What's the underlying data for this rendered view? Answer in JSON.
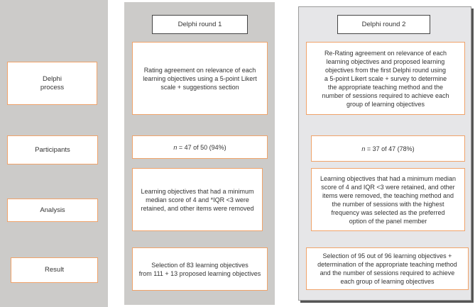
{
  "rows": {
    "delphi_process": "Delphi\nprocess",
    "participants": "Participants",
    "analysis": "Analysis",
    "result": "Result"
  },
  "round1": {
    "title": "Delphi round 1",
    "process": "Rating agreement on relevance of each\nlearning objectives using a 5-point Likert\nscale + suggestions section",
    "participants_n": "n",
    "participants": " = 47 of 50 (94%)",
    "analysis": "Learning objectives that had a minimum\nmedian score of 4 and *IQR <3 were\nretained, and other items were removed",
    "result": "Selection of 83 learning objectives\nfrom 111 + 13 proposed learning objectives"
  },
  "round2": {
    "title": "Delphi round 2",
    "process": "Re-Rating agreement on relevance of each\nlearning objectives and proposed learning\nobjectives from the first Delphi round using\na 5-point Likert scale + survey to determine\nthe appropriate teaching method and the\nnumber of sessions required to achieve each\ngroup of learning objectives",
    "participants_n": "n",
    "participants": " = 37 of 47 (78%)",
    "analysis": "Learning objectives that had a minimum median\nscore of 4 and IQR <3 were retained, and other\nitems were removed, the teaching method and\nthe number of sessions with the highest\nfrequency was selected as the preferred\noption of the panel member",
    "result": "Selection of 95 out of 96 learning objectives +\ndetermination of the appropriate teaching method\nand the number of sessions required to achieve\neach group of learning objectives"
  },
  "colors": {
    "box_border": "#f0a36a",
    "panel_gray": "#cccbc9",
    "panel_light": "#e6e6e8"
  }
}
